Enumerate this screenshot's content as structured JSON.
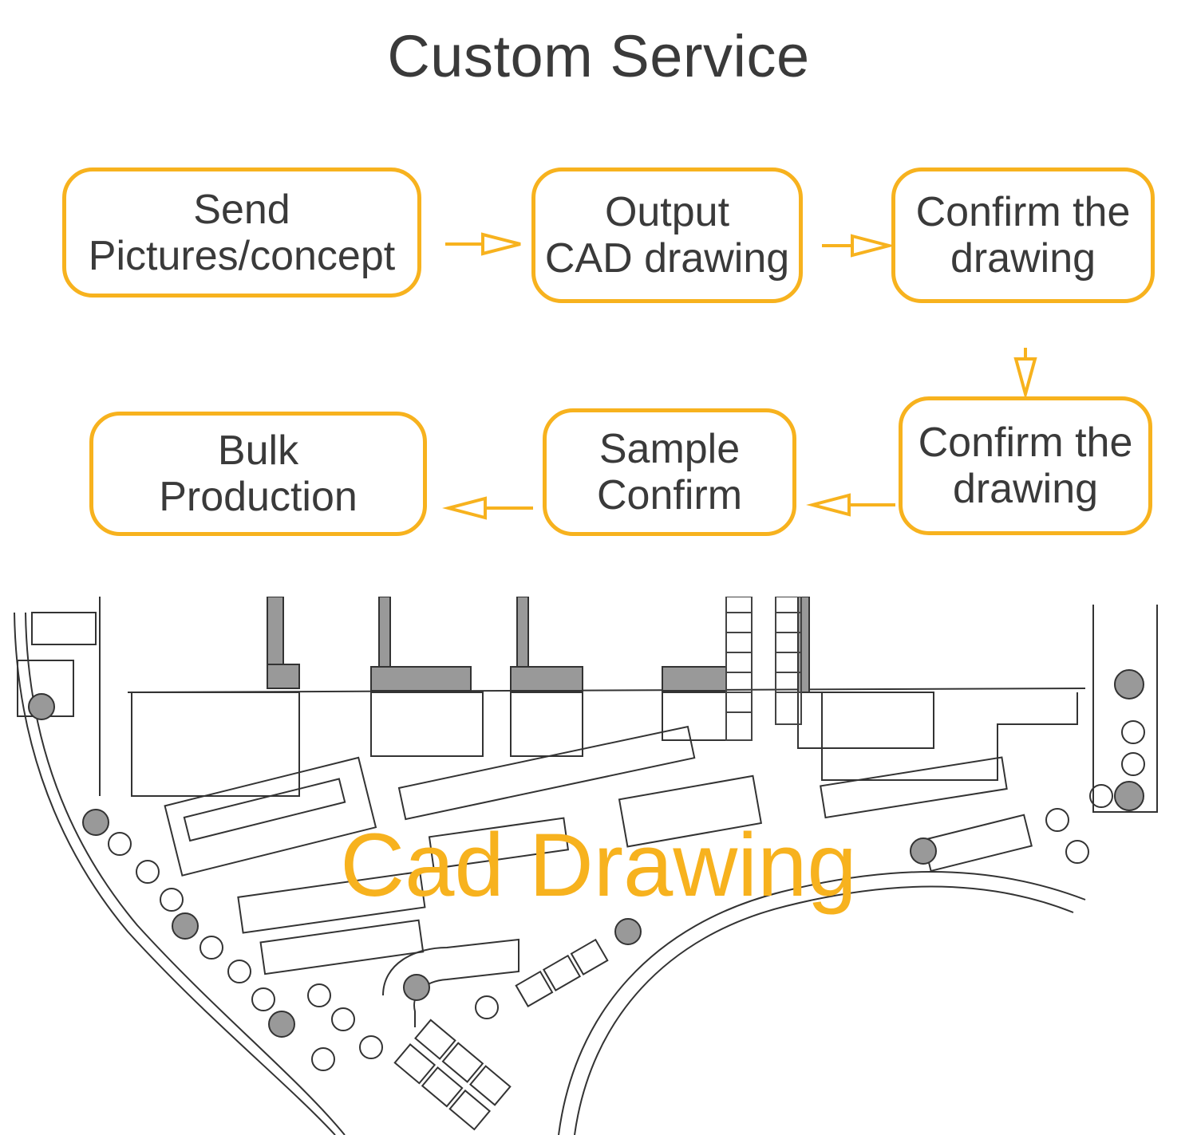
{
  "title": "Custom Service",
  "accent_color": "#f7b21e",
  "text_color": "#3a3a3a",
  "steps": [
    {
      "line1": "Send",
      "line2": "Pictures/concept"
    },
    {
      "line1": "Output",
      "line2": "CAD drawing"
    },
    {
      "line1": "Confirm the",
      "line2": "drawing"
    },
    {
      "line1": "Confirm the",
      "line2": "drawing"
    },
    {
      "line1": "Sample",
      "line2": "Confirm"
    },
    {
      "line1": "Bulk",
      "line2": "Production"
    }
  ],
  "plan_label": "Cad Drawing"
}
